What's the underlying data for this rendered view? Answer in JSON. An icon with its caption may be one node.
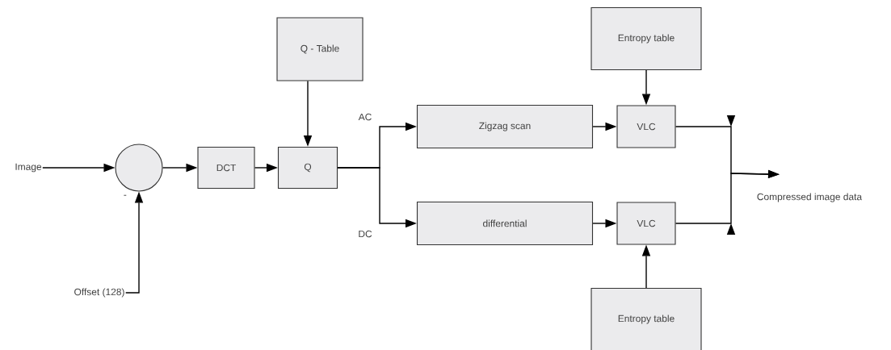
{
  "diagram": {
    "nodes": [
      {
        "text": [
          "Image"
        ]
      },
      {
        "text": [],
        "shape": "circle",
        "beside": [
          "-"
        ]
      },
      {
        "text": [
          "DCT"
        ]
      },
      {
        "text": [
          "Q - Table"
        ]
      },
      {
        "text": [
          "Q"
        ]
      },
      {
        "text": [
          "Zigzag scan"
        ]
      },
      {
        "text": [
          "differential"
        ]
      },
      {
        "text": [
          "Entropy table"
        ]
      },
      {
        "text": [
          "VLC"
        ]
      },
      {
        "text": [
          "VLC"
        ]
      },
      {
        "text": [
          "Entropy table"
        ]
      },
      {
        "text": [
          "Compressed image data"
        ]
      },
      {
        "text": [
          "Offset (128)"
        ]
      }
    ],
    "edges": [
      {
        "from": 0,
        "to": 1,
        "arrow": "to"
      },
      {
        "from": 12,
        "to": 1,
        "arrow": "to"
      },
      {
        "from": 1,
        "to": 2,
        "arrow": "to"
      },
      {
        "from": 2,
        "to": 4,
        "arrow": "to"
      },
      {
        "from": 3,
        "to": 4,
        "arrow": "to"
      },
      {
        "from": 4,
        "to": 5,
        "arrow": "to",
        "label": "AC"
      },
      {
        "from": 4,
        "to": 6,
        "arrow": "to",
        "label": "DC"
      },
      {
        "from": 5,
        "to": 8,
        "arrow": "to"
      },
      {
        "from": 6,
        "to": 9,
        "arrow": "to"
      },
      {
        "from": 7,
        "to": 8,
        "arrow": "to"
      },
      {
        "from": 10,
        "to": 9,
        "arrow": "to"
      },
      {
        "from": 8,
        "to": 11,
        "arrow": "to"
      },
      {
        "from": 9,
        "to": 11,
        "arrow": "to"
      }
    ]
  }
}
